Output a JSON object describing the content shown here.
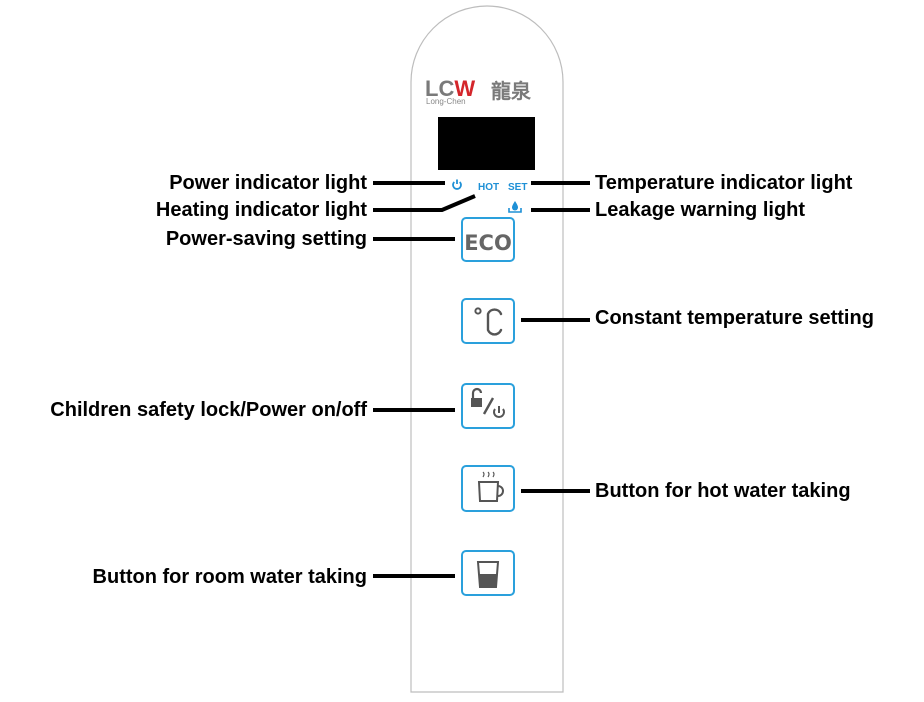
{
  "panel": {
    "brand_letters": "LCW",
    "brand_chinese": "龍泉",
    "brand_sub": "Long-Chen",
    "indicator_hot": "HOT",
    "indicator_set": "SET",
    "eco_label": "ECO",
    "colors": {
      "accent": "#2aa0dc",
      "indicator": "#1e90d6",
      "brand_red": "#d4262b",
      "brand_gray": "#7a7a7a",
      "display": "#000000"
    }
  },
  "labels": {
    "power_indicator": "Power indicator light",
    "heating_indicator": "Heating indicator light",
    "power_saving": "Power-saving setting",
    "safety_lock": "Children safety lock/Power on/off",
    "room_water": "Button for room water taking",
    "temperature_indicator": "Temperature indicator light",
    "leakage_warning": "Leakage warning light",
    "constant_temperature": "Constant temperature setting",
    "hot_water": "Button for hot water taking"
  },
  "icons": [
    "power-icon",
    "leakage-icon",
    "eco-icon",
    "celsius-icon",
    "lock-power-icon",
    "hot-cup-icon",
    "water-glass-icon"
  ]
}
